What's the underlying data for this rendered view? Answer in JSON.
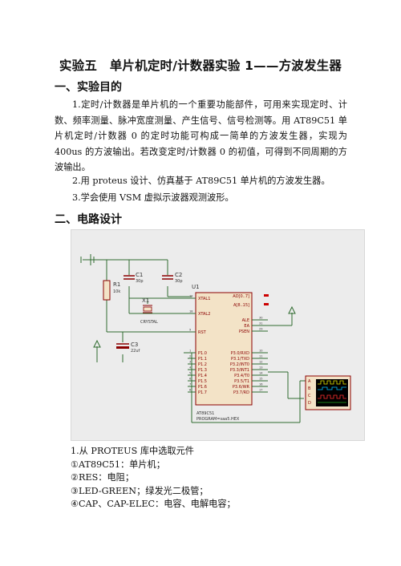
{
  "title": "实验五　单片机定时/计数器实验 1——方波发生器",
  "section1": {
    "heading": "一、实验目的",
    "p1": "1.定时/计数器是单片机的一个重要功能部件，可用来实现定时、计数、频率测量、脉冲宽度测量、产生信号、信号检测等。用 AT89C51 单片机定时/计数器 0 的定时功能可构成一简单的方波发生器，实现为 400us 的方波输出。若改变定时/计数器 0 的初值，可得到不同周期的方波输出。",
    "p2": "2.用 proteus 设计、仿真基于 AT89C51 单片机的方波发生器。",
    "p3": "3.学会使用 VSM 虚拟示波器观测波形。"
  },
  "section2": {
    "heading": "二、电路设计",
    "list": [
      "1.从 PROTEUS 库中选取元件",
      "①AT89C51：单片机；",
      "②RES：电阻；",
      "③LED-GREEN；绿发光二极管；",
      "④CAP、CAP-ELEC：电容、电解电容；"
    ]
  },
  "circuit": {
    "r1": "R1",
    "r1_val": "10k",
    "c1": "C1",
    "c1_val": "30p",
    "c2": "C2",
    "c2_val": "30p",
    "c3": "C3",
    "c3_val": "22uf",
    "x1": "X1",
    "x1_val": "CRYSTAL",
    "u1": "U1",
    "chip_name": "AT89C51",
    "chip_program": "PROGRAM=saa5.HEX",
    "left_pins": [
      "XTAL1",
      "XTAL2",
      "RST",
      "P1.0",
      "P1.1",
      "P1.2",
      "P1.3",
      "P1.4",
      "P1.5",
      "P1.6",
      "P1.7"
    ],
    "left_nums": [
      "19",
      "18",
      "9",
      "1",
      "2",
      "3",
      "4",
      "5",
      "6",
      "7",
      "8"
    ],
    "right_pins_top": [
      "AD[0..7]",
      "A[8..15]"
    ],
    "right_pins_ctrl": [
      "ALE",
      "EA",
      "PSEN"
    ],
    "right_nums_ctrl": [
      "30",
      "31",
      "29"
    ],
    "right_pins_p3": [
      "P3.0/RXD",
      "P3.1/TXD",
      "P3.2/INT0",
      "P3.3/INT1",
      "P3.4/T0",
      "P3.5/T1",
      "P3.6/WR",
      "P3.7/RD"
    ],
    "right_nums_p3": [
      "10",
      "11",
      "12",
      "13",
      "14",
      "15",
      "16",
      "17"
    ],
    "scope_channels": [
      "A",
      "B",
      "C",
      "D"
    ],
    "colors": {
      "wire": "#2f6b2f",
      "part": "#8b0000",
      "chip_fill": "#f3e3c7",
      "pin_bus": "#cc0000",
      "scope_screen": "#000000"
    }
  }
}
